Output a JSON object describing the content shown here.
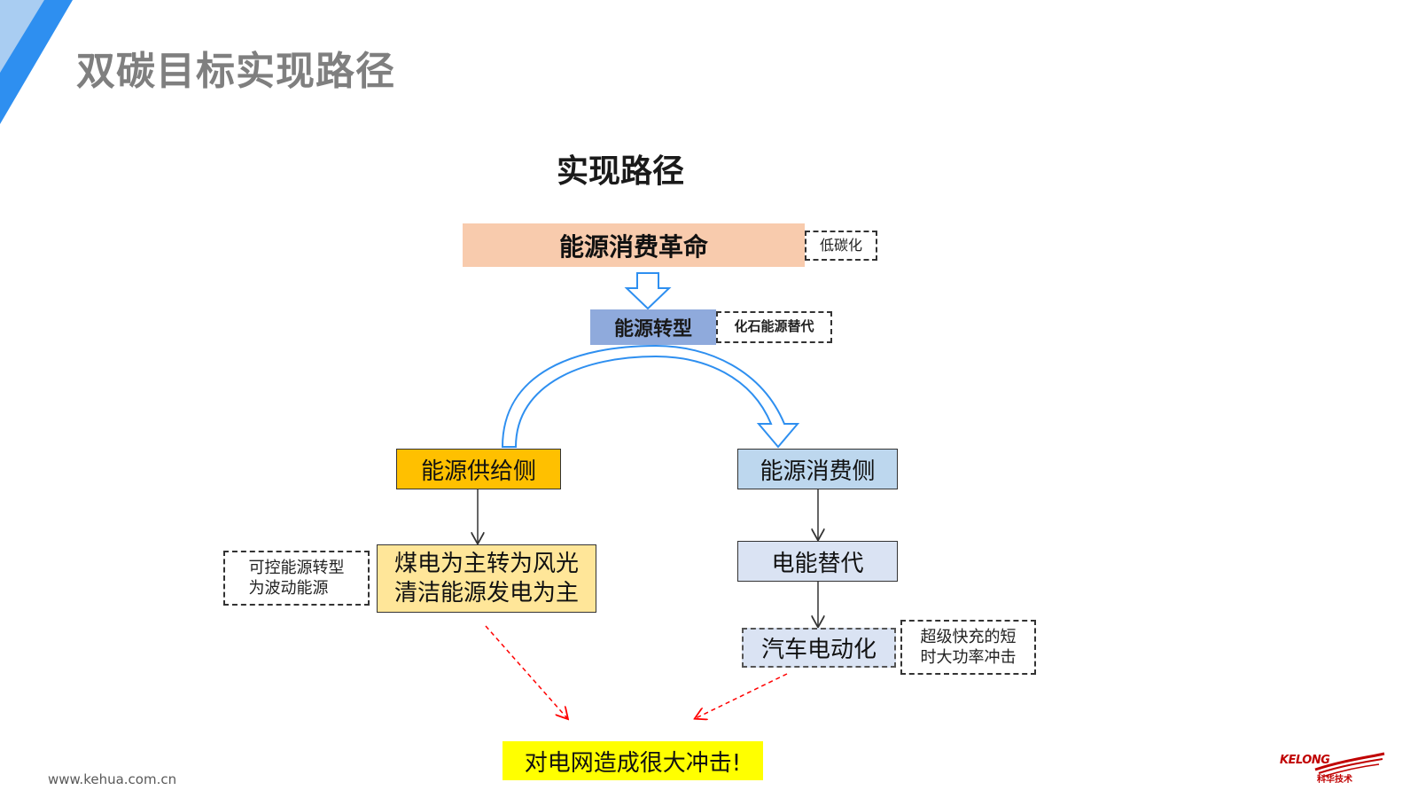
{
  "slide": {
    "title": "双碳目标实现路径",
    "footer_url": "www.kehua.com.cn"
  },
  "logo": {
    "text": "KELONG",
    "subtext": "科华技术"
  },
  "diagram": {
    "title": "实现路径",
    "revolution": "能源消费革命",
    "lowcarbon_note": "低碳化",
    "transform": "能源转型",
    "fossil_note": "化石能源替代",
    "supply_side": "能源供给侧",
    "consume_side": "能源消费侧",
    "coal_line1": "煤电为主转为风光",
    "coal_line2": "清洁能源发电为主",
    "controllable_line1": "可控能源转型",
    "controllable_line2": "为波动能源",
    "electric_substitution": "电能替代",
    "ev": "汽车电动化",
    "fastcharge_line1": "超级快充的短",
    "fastcharge_line2": "时大功率冲击",
    "impact": "对电网造成很大冲击!"
  },
  "colors": {
    "corner_accent": "#2e8ff0",
    "revolution_fill": "#f8cbad",
    "transform_fill": "#8faadc",
    "supply_fill": "#ffc000",
    "consume_fill": "#bdd7ee",
    "coal_fill": "#ffe699",
    "electric_fill": "#dae3f3",
    "impact_fill": "#ffff00",
    "flow_arrow": "#2e8ff0",
    "impact_arrow": "#ff0000"
  }
}
